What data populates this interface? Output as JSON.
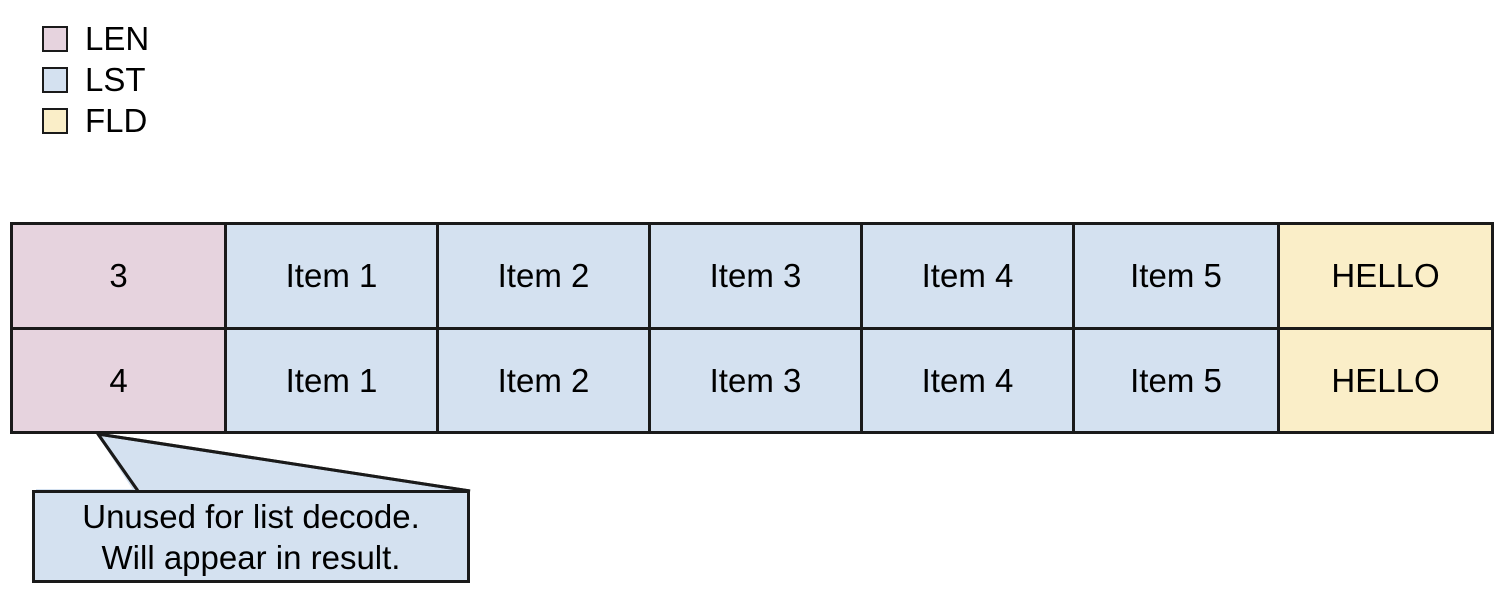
{
  "colors": {
    "len": "#e6d3de",
    "lst": "#d4e1f0",
    "fld": "#faeec8",
    "stroke": "#1a1a1a",
    "background": "#ffffff",
    "callout_fill": "#d4e1f0"
  },
  "legend": {
    "items": [
      {
        "label": "LEN",
        "color": "#e6d3de",
        "swatch_name": "legend-swatch-len"
      },
      {
        "label": "LST",
        "color": "#d4e1f0",
        "swatch_name": "legend-swatch-lst"
      },
      {
        "label": "FLD",
        "color": "#faeec8",
        "swatch_name": "legend-swatch-fld"
      }
    ]
  },
  "table": {
    "rows": [
      {
        "len": "3",
        "list": [
          "Item 1",
          "Item 2",
          "Item 3",
          "Item 4",
          "Item 5"
        ],
        "fld": "HELLO"
      },
      {
        "len": "4",
        "list": [
          "Item 1",
          "Item 2",
          "Item 3",
          "Item 4",
          "Item 5"
        ],
        "fld": "HELLO"
      }
    ]
  },
  "callout": {
    "line1": "Unused for list decode.",
    "line2": "Will appear in result."
  }
}
